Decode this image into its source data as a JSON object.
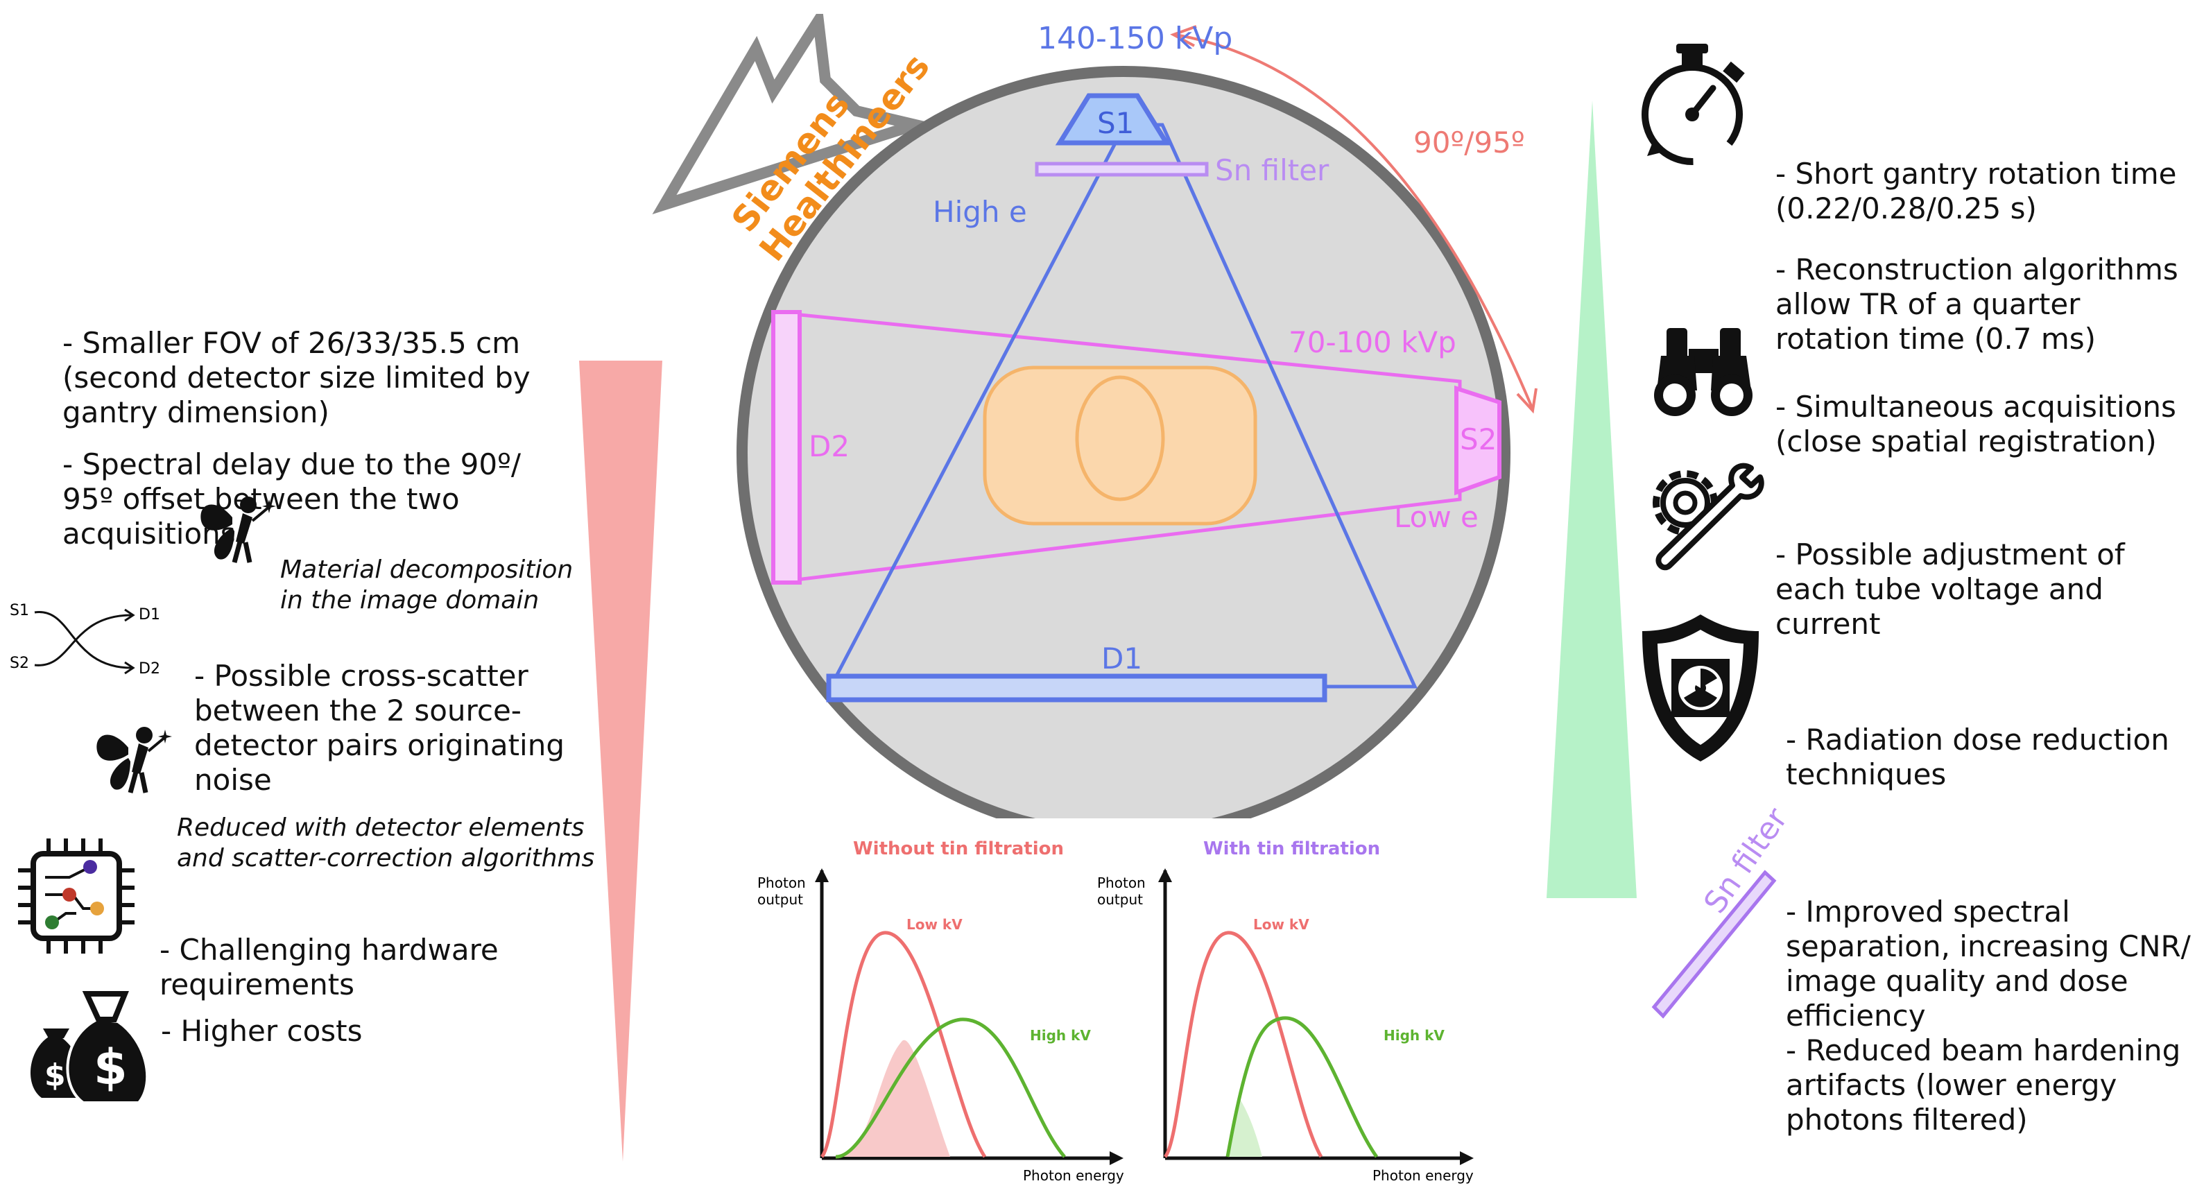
{
  "brand": {
    "name": "Siemens Healthineers",
    "color": "#f28c1b",
    "crown_color": "#8a8a8a"
  },
  "gantry": {
    "source1_label": "S1",
    "source1_kvp": "140-150 kVp",
    "source1_energy": "High e",
    "filter_label": "Sn filter",
    "detector1_label": "D1",
    "source2_label": "S2",
    "source2_kvp": "70-100 kVp",
    "source2_energy": "Low e",
    "detector2_label": "D2",
    "offset_angle": "90º/95º",
    "colors": {
      "high": "#5b76e6",
      "low": "#ea6cf0",
      "angle": "#ee7a74",
      "filter": "#b98cf2",
      "patient": "#f5b46a"
    }
  },
  "disadvantages": {
    "fov": [
      "- Smaller FOV of 26/33/35.5 cm",
      "(second detector size limited by",
      "gantry dimension)"
    ],
    "spectral_delay": [
      "- Spectral delay due to the 90º/",
      "95º offset between the two",
      "acquisitions"
    ],
    "material_note": [
      "Material decomposition",
      "in the image domain"
    ],
    "cross_scatter": [
      "- Possible cross-scatter",
      "between the 2 source-",
      "detector pairs originating",
      "noise"
    ],
    "cross_scatter_diagram": {
      "s1": "S1",
      "s2": "S2",
      "d1": "D1",
      "d2": "D2"
    },
    "scatter_note": [
      "Reduced with detector elements",
      "and scatter-correction algorithms"
    ],
    "hardware": [
      "- Challenging hardware",
      "requirements"
    ],
    "costs": "- Higher costs",
    "wedge_color": "#f7a9a7"
  },
  "advantages": {
    "rotation": [
      "- Short gantry rotation time",
      "(0.22/0.28/0.25 s)"
    ],
    "reconstruction": [
      "- Reconstruction algorithms",
      "allow TR of a quarter",
      "rotation time (0.7 ms)"
    ],
    "simultaneous": [
      "- Simultaneous acquisitions",
      "(close spatial registration)"
    ],
    "adjustment": [
      "- Possible adjustment of",
      "each tube voltage and",
      "current"
    ],
    "dose": [
      "- Radiation dose reduction",
      "techniques"
    ],
    "sn_filter_label": "Sn filter",
    "sn_filter_text": [
      "- Improved spectral",
      "separation, increasing CNR/",
      "image quality and dose",
      "efficiency",
      "- Reduced beam hardening",
      "artifacts (lower energy",
      "photons filtered)"
    ],
    "wedge_color": "#b6f2c8"
  },
  "charts": [
    {
      "title": "Without tin filtration",
      "title_color": "#ee6f6f",
      "ylabel": [
        "Photon",
        "output"
      ],
      "xlabel": "Photon energy",
      "low_label": "Low kV",
      "high_label": "High kV"
    },
    {
      "title": "With tin filtration",
      "title_color": "#a876ee",
      "ylabel": [
        "Photon",
        "output"
      ],
      "xlabel": "Photon energy",
      "low_label": "Low kV",
      "high_label": "High kV"
    }
  ]
}
